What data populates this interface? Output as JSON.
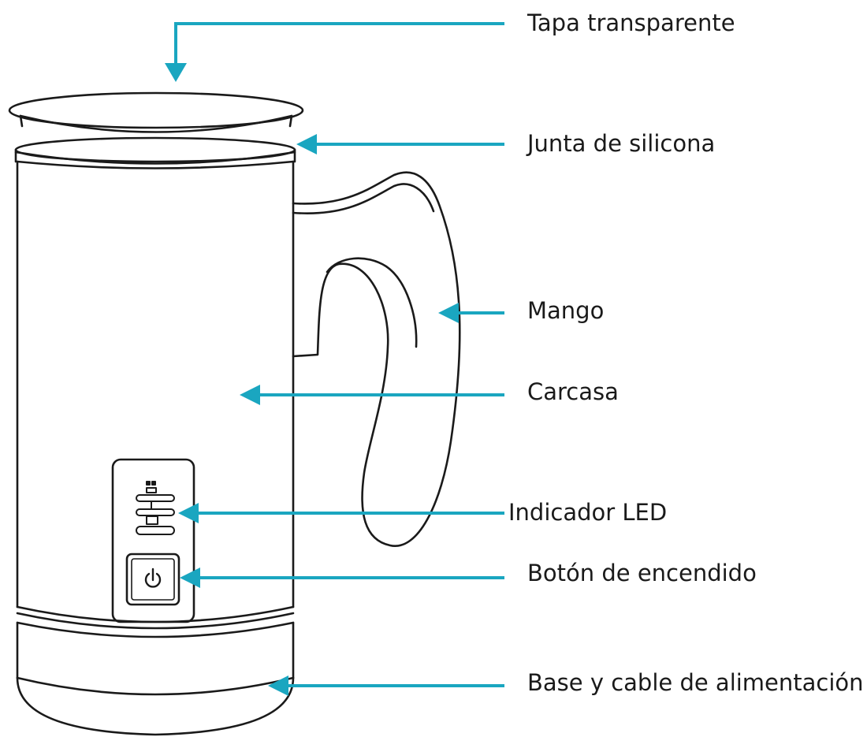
{
  "accent_color": "#1aa6c0",
  "line_color": "#1a1a1a",
  "labels": {
    "lid": "Tapa transparente",
    "gasket": "Junta de silicona",
    "handle": "Mango",
    "housing": "Carcasa",
    "led": "Indicador LED",
    "power_button": "Botón de encendido",
    "base": "Base y cable de alimentación"
  },
  "icons": {
    "power": "power-icon",
    "froth_top": "froth-indicator-icon",
    "froth_bottom": "heat-indicator-icon"
  }
}
